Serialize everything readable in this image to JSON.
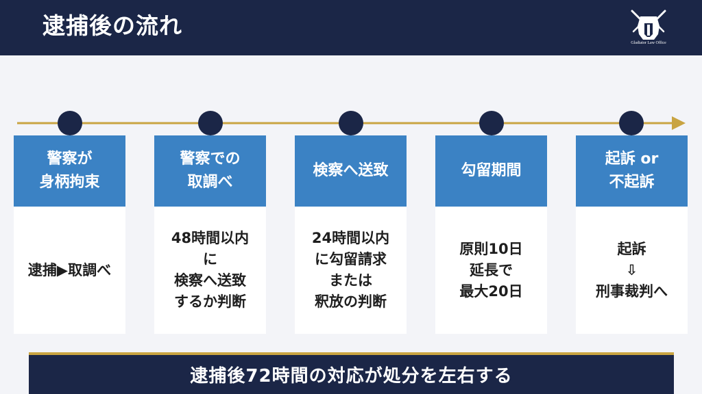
{
  "header": {
    "title": "逮捕後の流れ",
    "logo_text": "Gladiator Law Office"
  },
  "colors": {
    "navy": "#1b2647",
    "accent_blue": "#3b82c4",
    "gold": "#c9a442",
    "background": "#f3f4f8"
  },
  "steps": [
    {
      "title": "警察が\n身柄拘束",
      "detail": "逮捕▶取調べ"
    },
    {
      "title": "警察での\n取調べ",
      "detail": "48時間以内\nに\n検察へ送致\nするか判断"
    },
    {
      "title": "検察へ送致",
      "detail": "24時間以内\nに勾留請求\nまたは\n釈放の判断"
    },
    {
      "title": "勾留期間",
      "detail": "原則10日\n延長で\n最大20日"
    },
    {
      "title": "起訴 or\n不起訴",
      "detail": "起訴\n⇩\n刑事裁判へ"
    }
  ],
  "footer": {
    "text": "逮捕後72時間の対応が処分を左右する"
  }
}
